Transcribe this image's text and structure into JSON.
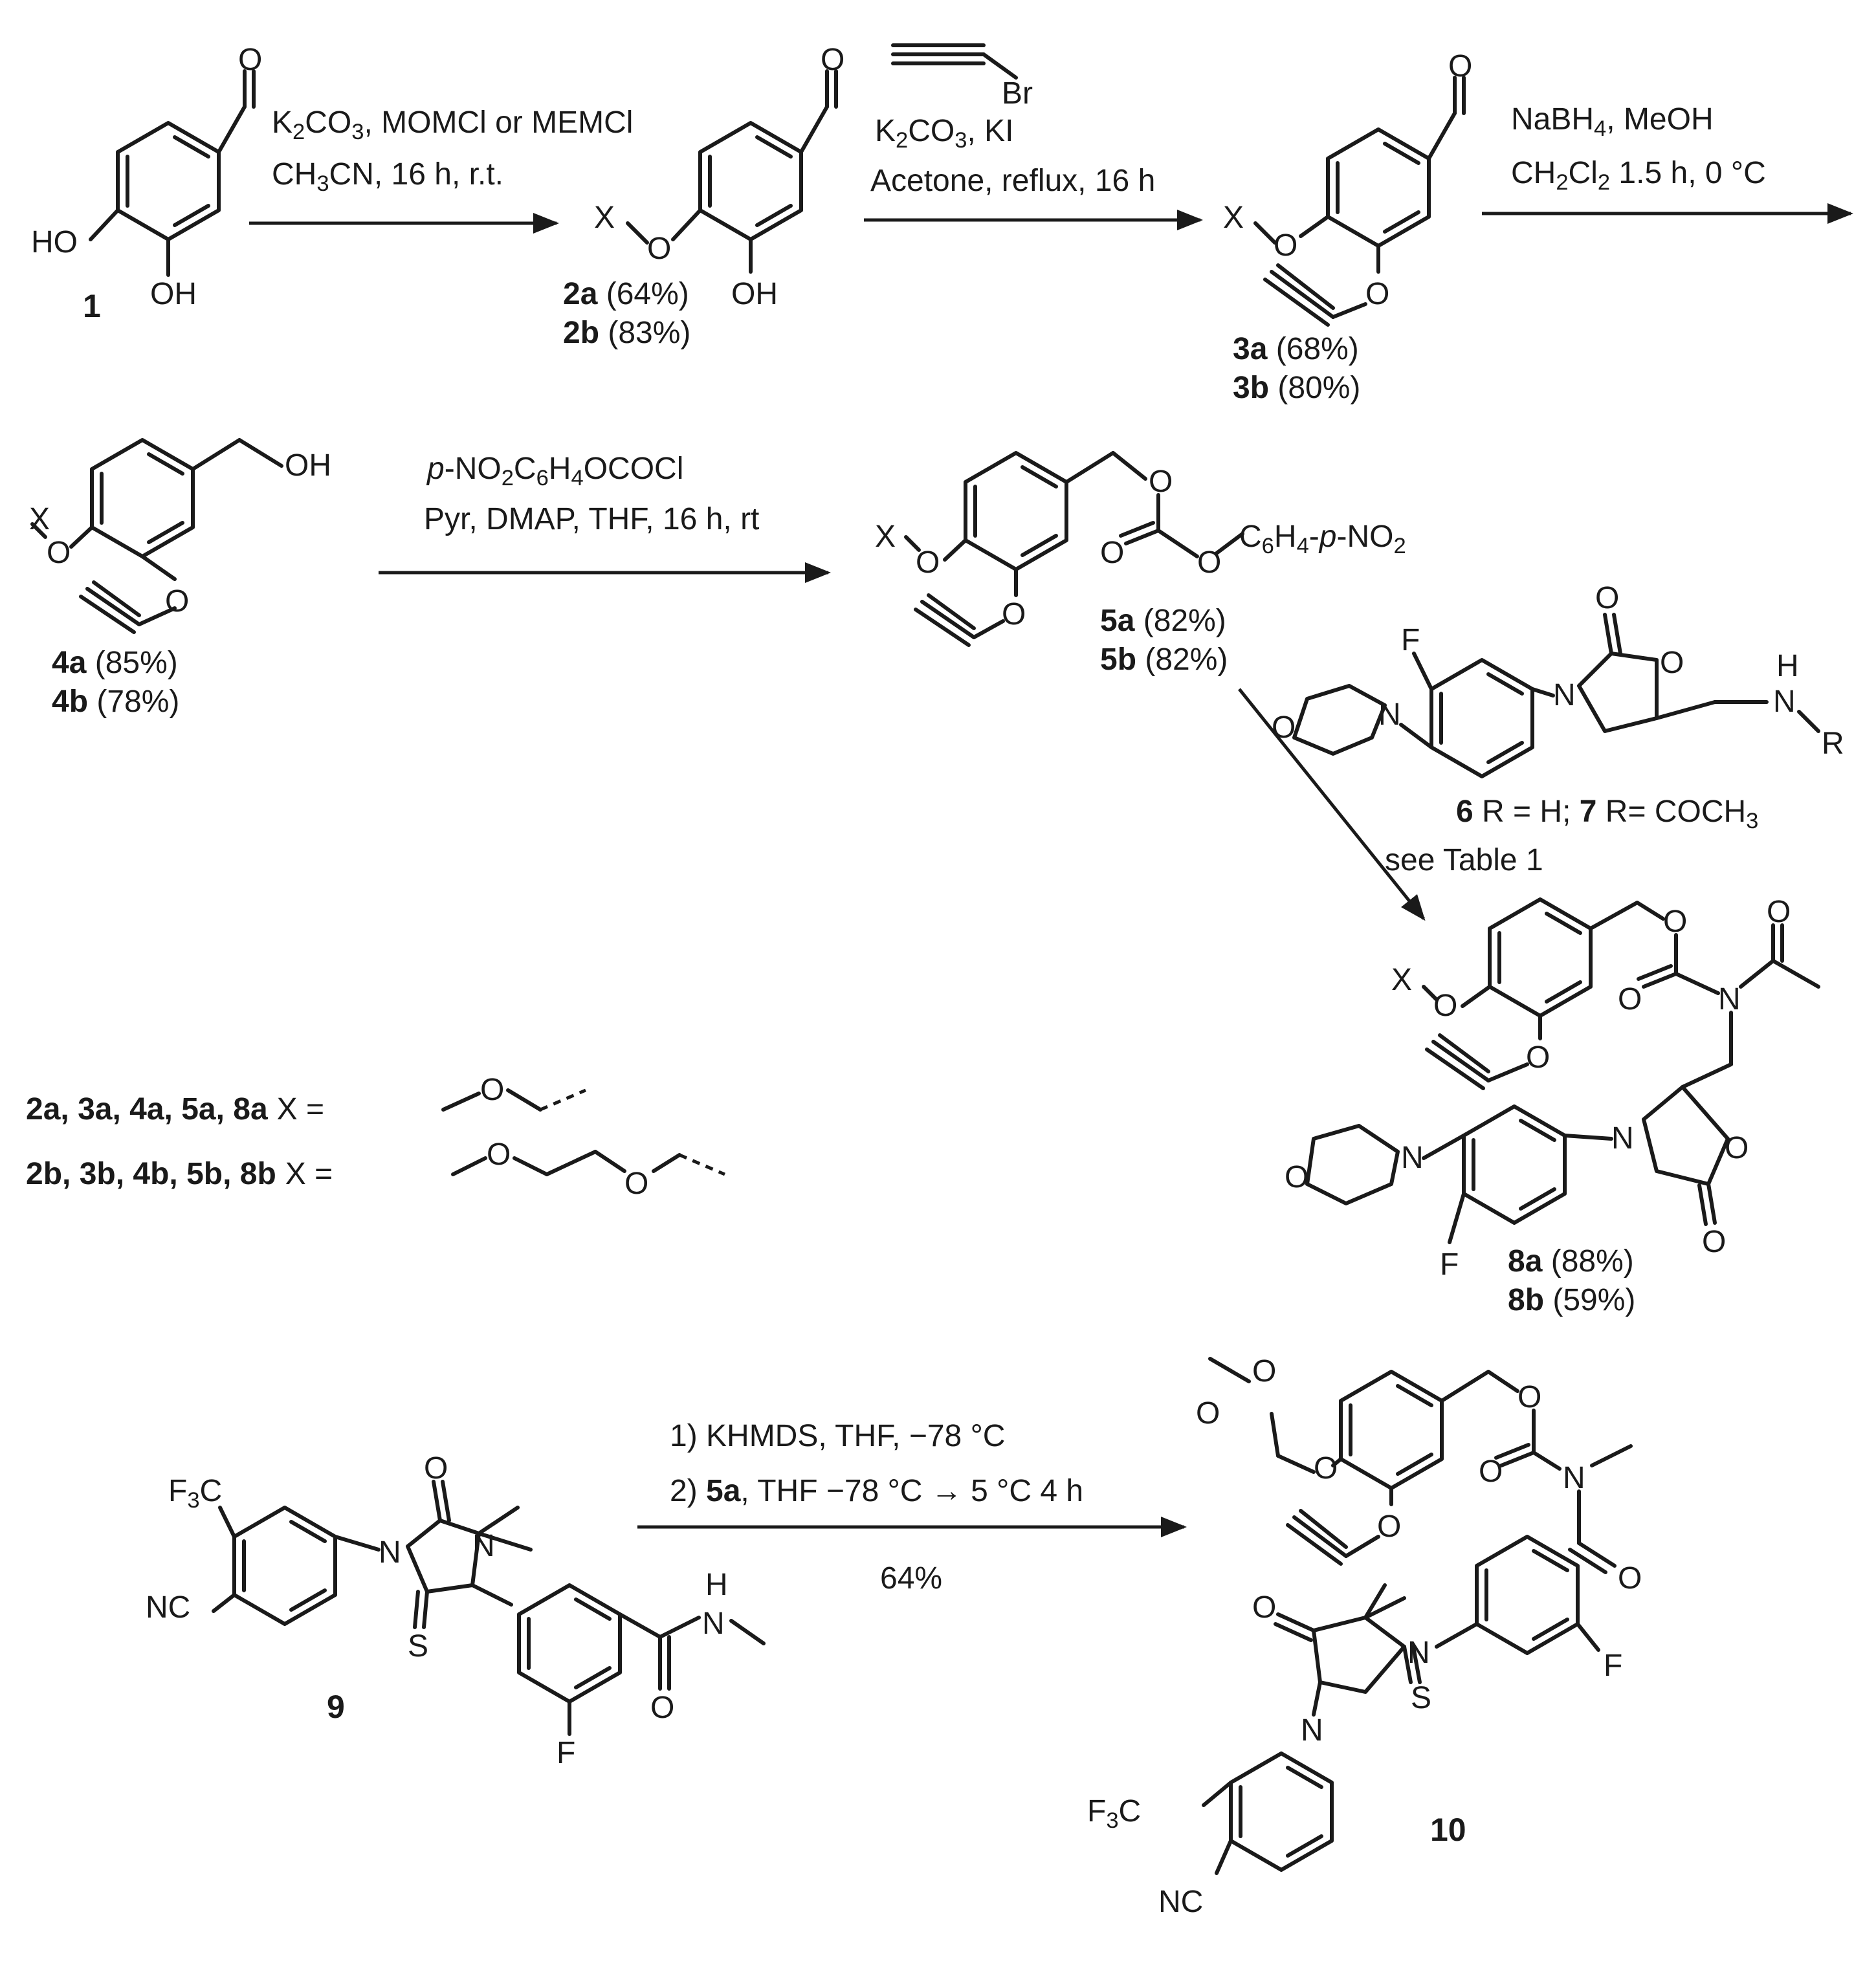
{
  "atoms": {
    "O": "O",
    "OH": "OH",
    "HO": "HO",
    "H": "H",
    "X": "X",
    "Br": "Br",
    "F": "F",
    "N": "N",
    "S": "S",
    "R": "R",
    "F3C_F": "F",
    "F3C_3": "3",
    "F3C_C": "C",
    "NC": "NC"
  },
  "compounds": {
    "c1": "1",
    "c2a": "2a",
    "c2b": "2b",
    "y2a": " (64%)",
    "y2b": " (83%)",
    "c3a": "3a",
    "c3b": "3b",
    "y3a": " (68%)",
    "y3b": " (80%)",
    "c4a": "4a",
    "c4b": "4b",
    "y4a": " (85%)",
    "y4b": " (78%)",
    "c5a": "5a",
    "c5b": "5b",
    "y5a": " (82%)",
    "y5b": " (82%)",
    "c8a": "8a",
    "c8b": "8b",
    "y8a": " (88%)",
    "y8b": " (59%)",
    "c9": "9",
    "c10": "10",
    "c6": "6",
    "c7": "7",
    "label67_a": " R = H; ",
    "label67_b": " R= COCH",
    "label67_3": "3",
    "x_label_a": "2a, 3a, 4a, 5a, 8a",
    "x_label_b": "2b, 3b, 4b, 5b, 8b",
    "x_eq": "X ="
  },
  "conditions": {
    "step1_line1_a": "K",
    "step1_line1_2": "2",
    "step1_line1_b": "CO",
    "step1_line1_3": "3",
    "step1_line1_c": ", MOMCl or MEMCl",
    "step1_line2_a": "CH",
    "step1_line2_3": "3",
    "step1_line2_b": "CN, 16 h, r.t.",
    "step2_line1_a": "K",
    "step2_line1_2": "2",
    "step2_line1_b": "CO",
    "step2_line1_3": "3",
    "step2_line1_c": ", KI",
    "step2_line2": "Acetone, reflux, 16 h",
    "step3_line1_a": "NaBH",
    "step3_line1_4": "4",
    "step3_line1_b": ", MeOH",
    "step3_line2_a": "CH",
    "step3_line2_2": "2",
    "step3_line2_b": "Cl",
    "step3_line2_2b": "2",
    "step3_line2_c": " 1.5 h, 0 °C",
    "step4_line1_a": "p",
    "step4_line1_b": "-NO",
    "step4_line1_2": "2",
    "step4_line1_c": "C",
    "step4_line1_6": "6",
    "step4_line1_d": "H",
    "step4_line1_4": "4",
    "step4_line1_e": "OCOCl",
    "step4_line2": "Pyr, DMAP, THF, 16 h, rt",
    "step5": "see Table 1",
    "step6_line1": "1) KHMDS, THF, −78  °C",
    "step6_line2_a": "2) ",
    "step6_line2_b": "5a",
    "step6_line2_c": ", THF −78  °C → 5 °C 4 h",
    "step6_yield": "64%",
    "aryl_a": "C",
    "aryl_6": "6",
    "aryl_b": "H",
    "aryl_4": "4",
    "aryl_c": "-",
    "aryl_p": "p",
    "aryl_d": "-NO",
    "aryl_2": "2"
  }
}
